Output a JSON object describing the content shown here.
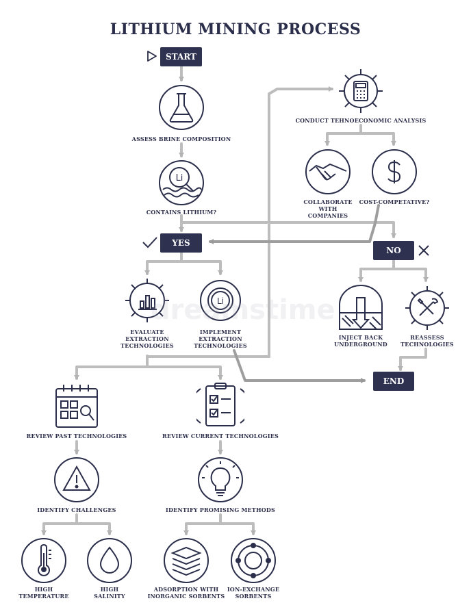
{
  "title": "LITHIUM MINING PROCESS",
  "boxes": {
    "start": "START",
    "yes": "YES",
    "no": "NO",
    "end": "END"
  },
  "labels": {
    "assess": "ASSESS BRINE COMPOSITION",
    "contains": "CONTAINS LITHIUM?",
    "conduct": "CONDUCT TEHNOECONOMIC ANALYSIS",
    "collab": [
      "COLLABORATE",
      "WITH",
      "COMPANIES"
    ],
    "cost": "COST-COMPETATIVE?",
    "evaluate": [
      "EVALUATE",
      "EXTRACTION",
      "TECHNOLOGIES"
    ],
    "implement": [
      "IMPLEMENT",
      "EXTRACTION",
      "TECHNOLOGIES"
    ],
    "inject": [
      "INJECT BACK",
      "UNDERGROUND"
    ],
    "reassess": [
      "REASSESS",
      "TECHNOLOGIES"
    ],
    "review_past": "REVIEW PAST TECHNOLOGIES",
    "review_current": "REVIEW CURRENT TECHNOLOGIES",
    "challenges": "IDENTIFY CHALLENGES",
    "promising": "IDENTIFY PROMISING METHODS",
    "temp": [
      "HIGH",
      "TEMPERATURE"
    ],
    "salinity": [
      "HIGH",
      "SALINITY"
    ],
    "adsorption": [
      "ADSORPTION WITH",
      "INORGANIC SORBENTS"
    ],
    "ionex": [
      "ION-EXCHANGE",
      "SORBENTS"
    ]
  },
  "icons": {
    "flask": "flask-icon",
    "li": "lithium-water-icon",
    "calc": "calculator-gear-icon",
    "handshake": "handshake-icon",
    "dollar": "dollar-icon",
    "chart": "bar-chart-gear-icon",
    "cycle": "lithium-cycle-icon",
    "inject": "inject-underground-icon",
    "wrench": "wrench-gear-icon",
    "calendar": "calendar-search-icon",
    "checklist": "checklist-icon",
    "warning": "warning-icon",
    "bulb": "lightbulb-icon",
    "thermo": "thermometer-icon",
    "drop": "water-drop-icon",
    "layers": "layers-icon",
    "ring": "ion-ring-icon"
  },
  "symbols": {
    "element": "Li"
  },
  "watermark": "dreamstime",
  "colors": {
    "ink": "#2b2e4a",
    "box": "#2e3150",
    "arrow": "#b3b3b3"
  }
}
